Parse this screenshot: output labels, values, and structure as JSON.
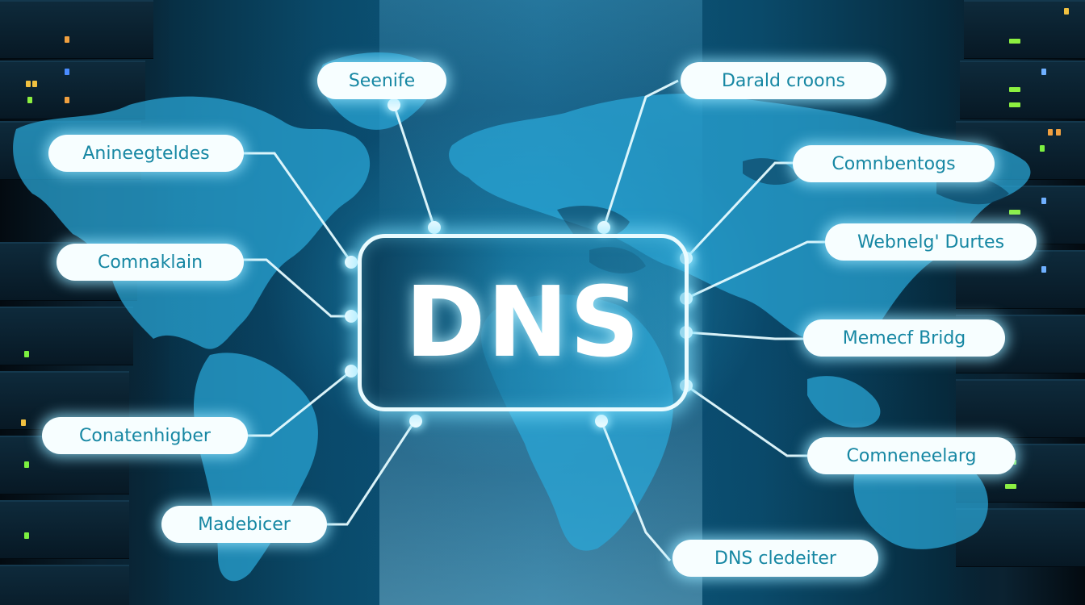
{
  "hub": {
    "label": "DNS"
  },
  "labels": [
    {
      "id": "top-left-1",
      "text": "Seenife"
    },
    {
      "id": "top-right-1",
      "text": "Darald croons"
    },
    {
      "id": "left-1",
      "text": "Anineegteldes"
    },
    {
      "id": "right-1",
      "text": "Comnbentogs"
    },
    {
      "id": "left-2",
      "text": "Comnaklain"
    },
    {
      "id": "right-2",
      "text": "Webnelg' Durtes"
    },
    {
      "id": "right-3",
      "text": "Memecf Bridg"
    },
    {
      "id": "left-3",
      "text": "Conatenhigber"
    },
    {
      "id": "right-4",
      "text": "Comneneelarg"
    },
    {
      "id": "bottom-left",
      "text": "Madebicer"
    },
    {
      "id": "bottom-right",
      "text": "DNS cledeiter"
    }
  ],
  "colors": {
    "label_text": "#1687a3",
    "label_bg": "#f7feff",
    "glow": "#9fe6ff",
    "map": "#2aa8d8",
    "background_dark": "#041824"
  },
  "background": {
    "scene": "server-room-corridor",
    "overlay": "world-map"
  }
}
